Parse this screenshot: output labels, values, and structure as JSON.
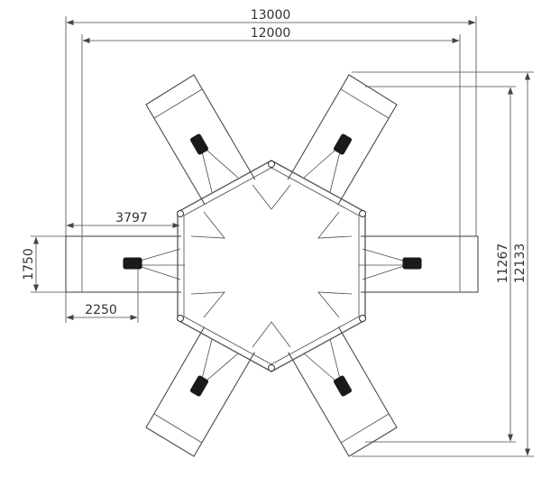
{
  "dimensions": {
    "outer_width": "13000",
    "inner_width": "12000",
    "ramp_inset": "3797",
    "ramp_width": "1750",
    "ramp_length": "2250",
    "inner_height": "11267",
    "outer_height": "12133"
  },
  "colors": {
    "line": "#4a4a4a",
    "text": "#333333",
    "cylinder": "#1a1a1a"
  }
}
